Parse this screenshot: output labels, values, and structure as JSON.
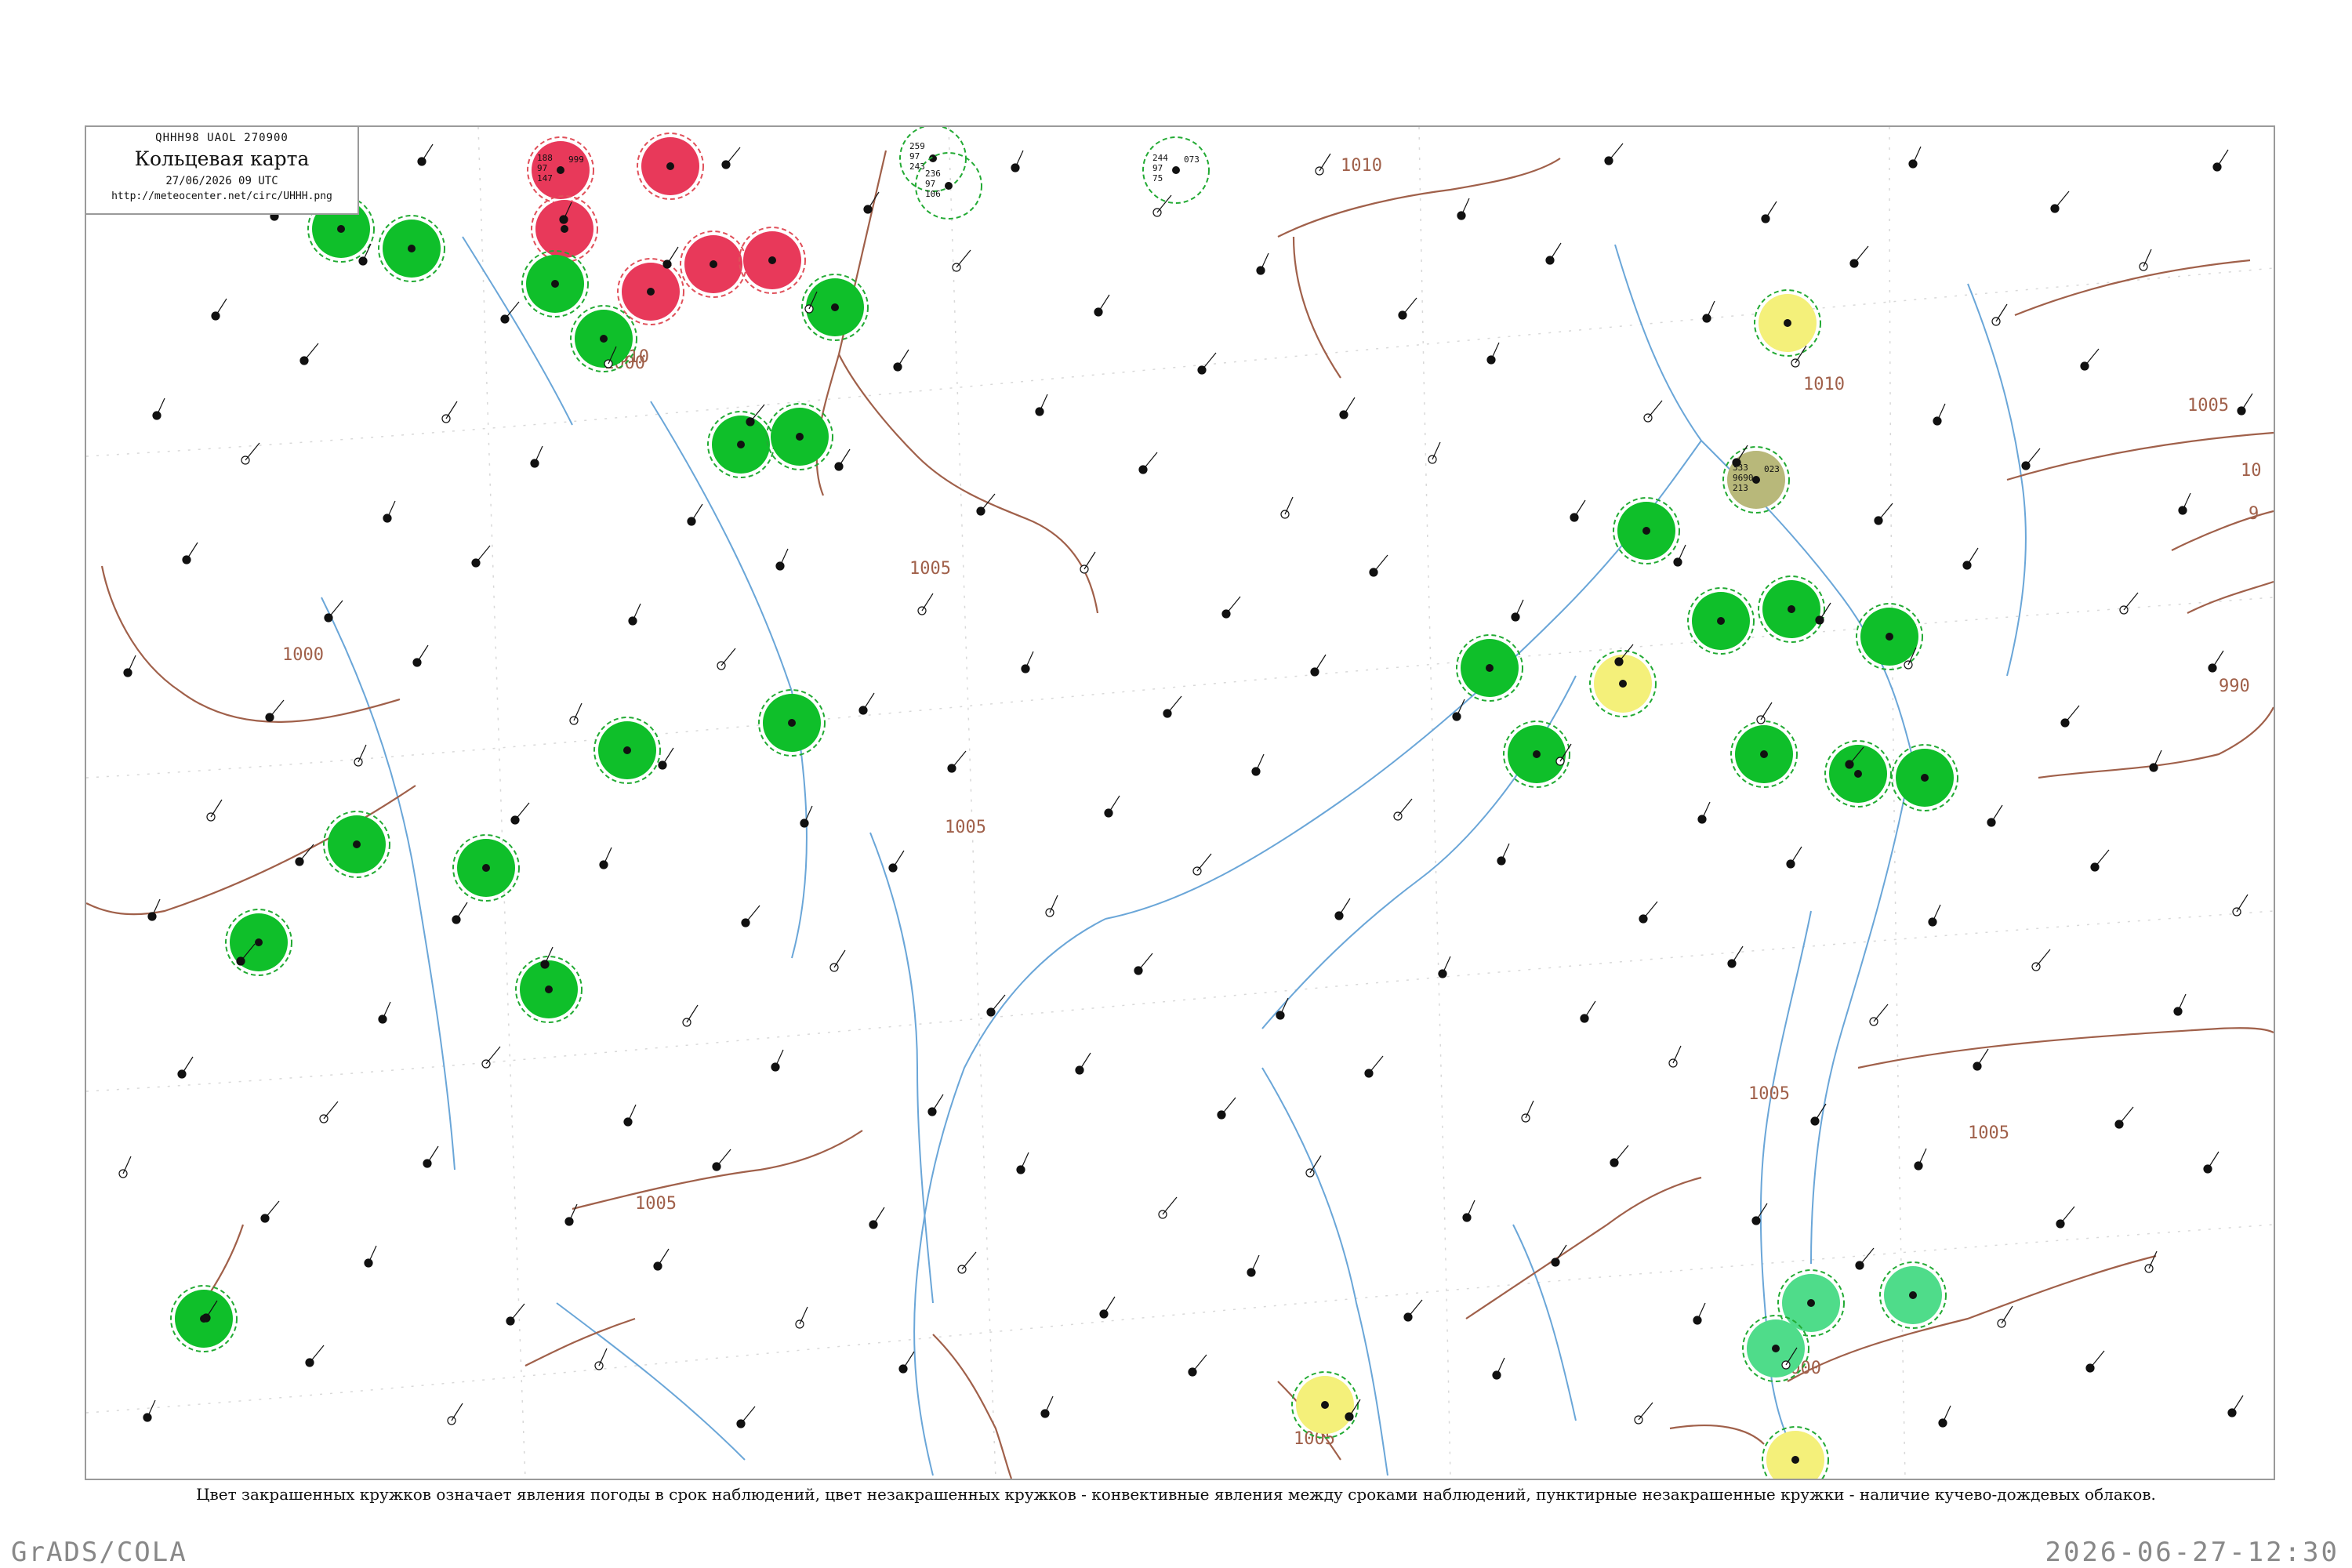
{
  "header": {
    "bulletin_code": "QHHH98  UAOL  270900",
    "title": "Кольцевая карта",
    "datetime": "27/06/2026 09 UTC",
    "url": "http://meteocenter.net/circ/UHHH.png"
  },
  "caption": "Цвет закрашенных кружков означает явления погоды в срок наблюдений, цвет незакрашенных кружков - конвективные явления между сроками наблюдений, пунктирные незакрашенные кружки - наличие кучево-дождевых облаков.",
  "footer": {
    "left": "GrADS/COLA",
    "right": "2026-06-27-12:30"
  },
  "colors": {
    "isobar": "#a0604a",
    "river": "#6aa6d8",
    "thunderstorm_fill": "#e8395a",
    "rain_fill": "#0fbf2a",
    "showers_fill": "#4fdc8a",
    "fog_fill": "#f4f07a",
    "haze_fill": "#b8b87a",
    "cb_dashed": "#22aa33",
    "convective_ring": "#e0505a"
  },
  "map": {
    "isobar_labels": [
      {
        "id": "iso-1010-north",
        "text": "1010"
      },
      {
        "id": "iso-1010-center",
        "text": "1010"
      },
      {
        "id": "iso-1010-east",
        "text": "1010"
      },
      {
        "id": "iso-1005-center",
        "text": "1005"
      },
      {
        "id": "iso-1005-mid",
        "text": "1005"
      },
      {
        "id": "iso-1005-east",
        "text": "1005"
      },
      {
        "id": "iso-1005-south",
        "text": "1005"
      },
      {
        "id": "iso-1005-southeast",
        "text": "1005"
      },
      {
        "id": "iso-1005-sw",
        "text": "1005"
      },
      {
        "id": "iso-1005-se2",
        "text": "1005"
      },
      {
        "id": "iso-1000-west",
        "text": "1000"
      },
      {
        "id": "iso-1000-south",
        "text": "1000"
      },
      {
        "id": "iso-1000-north",
        "text": "1000"
      },
      {
        "id": "iso-990",
        "text": "990"
      },
      {
        "id": "iso-10",
        "text": "10"
      },
      {
        "id": "iso-9",
        "text": "9"
      }
    ],
    "stations": [
      {
        "id": "s1",
        "label_top": "259",
        "label_mid": "97",
        "label_bot": "243",
        "temp": "",
        "wx": "none"
      },
      {
        "id": "s2",
        "label_top": "236",
        "label_mid": "97",
        "label_bot": "106",
        "temp": "",
        "wx": "none"
      },
      {
        "id": "s3",
        "label_top": "244",
        "label_mid": "97",
        "label_bot": "75",
        "temp": "073",
        "wx": "none"
      },
      {
        "id": "s4",
        "label_top": "188",
        "label_mid": "97",
        "label_bot": "147",
        "temp": "999",
        "wx": "thunder"
      },
      {
        "id": "s5",
        "label_top": "",
        "label_mid": "",
        "label_bot": "",
        "temp": "",
        "wx": "thunder"
      },
      {
        "id": "s6",
        "label_top": "",
        "label_mid": "",
        "label_bot": "",
        "temp": "",
        "wx": "thunder"
      },
      {
        "id": "s7",
        "label_top": "",
        "label_mid": "",
        "label_bot": "",
        "temp": "",
        "wx": "thunder"
      },
      {
        "id": "s8",
        "label_top": "",
        "label_mid": "",
        "label_bot": "",
        "temp": "",
        "wx": "thunder"
      },
      {
        "id": "s9",
        "label_top": "",
        "label_mid": "",
        "label_bot": "",
        "temp": "",
        "wx": "thunder"
      },
      {
        "id": "s10",
        "label_top": "",
        "label_mid": "",
        "label_bot": "",
        "temp": "",
        "wx": "rain"
      },
      {
        "id": "s11",
        "label_top": "",
        "label_mid": "",
        "label_bot": "",
        "temp": "",
        "wx": "rain"
      },
      {
        "id": "s12",
        "label_top": "",
        "label_mid": "",
        "label_bot": "",
        "temp": "",
        "wx": "rain"
      },
      {
        "id": "s13",
        "label_top": "",
        "label_mid": "",
        "label_bot": "",
        "temp": "",
        "wx": "rain"
      },
      {
        "id": "s14",
        "label_top": "",
        "label_mid": "",
        "label_bot": "",
        "temp": "",
        "wx": "rain"
      },
      {
        "id": "s15",
        "label_top": "",
        "label_mid": "",
        "label_bot": "",
        "temp": "",
        "wx": "rain"
      },
      {
        "id": "s16",
        "label_top": "",
        "label_mid": "",
        "label_bot": "",
        "temp": "",
        "wx": "rain"
      },
      {
        "id": "s17",
        "label_top": "",
        "label_mid": "",
        "label_bot": "",
        "temp": "",
        "wx": "rain"
      },
      {
        "id": "s18",
        "label_top": "",
        "label_mid": "",
        "label_bot": "",
        "temp": "",
        "wx": "rain"
      },
      {
        "id": "s19",
        "label_top": "",
        "label_mid": "",
        "label_bot": "",
        "temp": "",
        "wx": "rain"
      },
      {
        "id": "s20",
        "label_top": "",
        "label_mid": "",
        "label_bot": "",
        "temp": "",
        "wx": "rain"
      },
      {
        "id": "s21",
        "label_top": "",
        "label_mid": "",
        "label_bot": "",
        "temp": "",
        "wx": "rain"
      },
      {
        "id": "s22",
        "label_top": "",
        "label_mid": "",
        "label_bot": "",
        "temp": "",
        "wx": "rain"
      },
      {
        "id": "s23",
        "label_top": "",
        "label_mid": "",
        "label_bot": "",
        "temp": "",
        "wx": "rain"
      },
      {
        "id": "s24",
        "label_top": "",
        "label_mid": "",
        "label_bot": "",
        "temp": "",
        "wx": "rain"
      },
      {
        "id": "s25",
        "label_top": "",
        "label_mid": "",
        "label_bot": "",
        "temp": "",
        "wx": "rain"
      },
      {
        "id": "s26",
        "label_top": "",
        "label_mid": "",
        "label_bot": "",
        "temp": "",
        "wx": "rain"
      },
      {
        "id": "s27",
        "label_top": "",
        "label_mid": "",
        "label_bot": "",
        "temp": "",
        "wx": "rain"
      },
      {
        "id": "s28",
        "label_top": "",
        "label_mid": "",
        "label_bot": "",
        "temp": "",
        "wx": "rain"
      },
      {
        "id": "s29",
        "label_top": "",
        "label_mid": "",
        "label_bot": "",
        "temp": "",
        "wx": "rain"
      },
      {
        "id": "s30",
        "label_top": "",
        "label_mid": "",
        "label_bot": "",
        "temp": "",
        "wx": "rain"
      },
      {
        "id": "s31",
        "label_top": "",
        "label_mid": "",
        "label_bot": "",
        "temp": "",
        "wx": "rain"
      },
      {
        "id": "s32",
        "label_top": "",
        "label_mid": "",
        "label_bot": "",
        "temp": "",
        "wx": "rain"
      },
      {
        "id": "s33",
        "label_top": "",
        "label_mid": "",
        "label_bot": "",
        "temp": "",
        "wx": "showers"
      },
      {
        "id": "s34",
        "label_top": "",
        "label_mid": "",
        "label_bot": "",
        "temp": "",
        "wx": "showers"
      },
      {
        "id": "s35",
        "label_top": "",
        "label_mid": "",
        "label_bot": "",
        "temp": "",
        "wx": "showers"
      },
      {
        "id": "s36",
        "label_top": "",
        "label_mid": "",
        "label_bot": "",
        "temp": "",
        "wx": "fog"
      },
      {
        "id": "s37",
        "label_top": "",
        "label_mid": "",
        "label_bot": "",
        "temp": "",
        "wx": "fog"
      },
      {
        "id": "s38",
        "label_top": "",
        "label_mid": "",
        "label_bot": "",
        "temp": "",
        "wx": "fog"
      },
      {
        "id": "s39",
        "label_top": "",
        "label_mid": "",
        "label_bot": "",
        "temp": "",
        "wx": "fog"
      },
      {
        "id": "s40",
        "label_top": "333",
        "label_mid": "9690",
        "label_bot": "213",
        "temp": "023",
        "wx": "haze"
      }
    ]
  }
}
